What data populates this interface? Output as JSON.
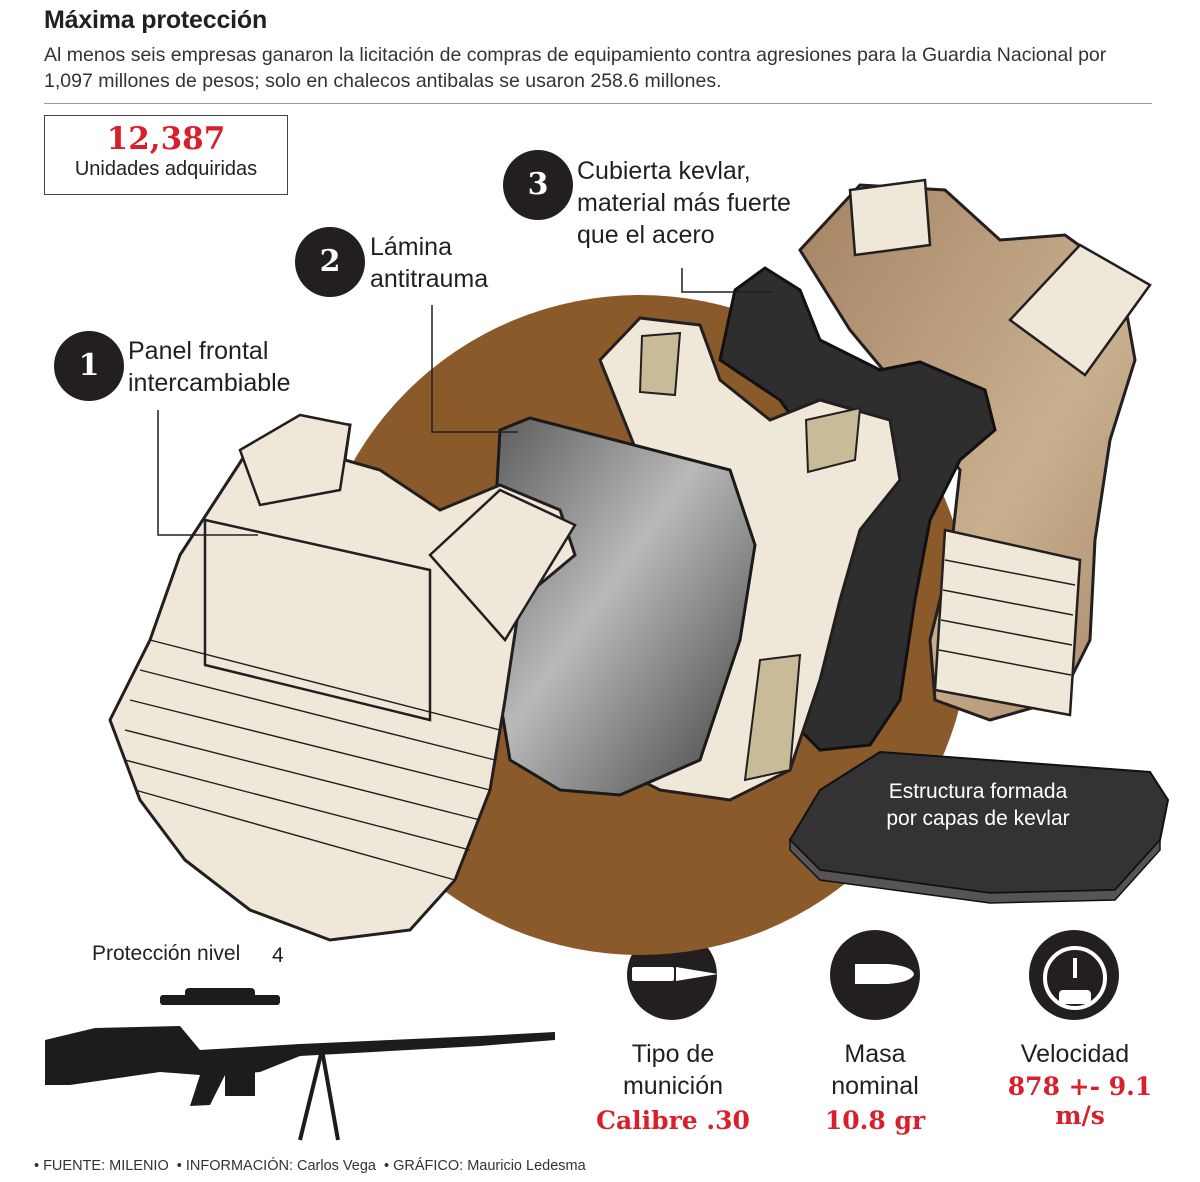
{
  "header": {
    "title": "Máxima protección",
    "subtitle": "Al menos seis empresas ganaron la licitación de compras de equipamiento contra agresiones para la Guardia Nacional por 1,097 millones de pesos; solo en chalecos antibalas se usaron 258.6 millones."
  },
  "units": {
    "number": "12,387",
    "label": "Unidades adquiridas"
  },
  "callouts": [
    {
      "number": "1",
      "text": "Panel frontal\nintercambiable"
    },
    {
      "number": "2",
      "text": "Lámina\nantitrauma"
    },
    {
      "number": "3",
      "text": "Cubierta kevlar,\nmaterial más fuerte\nque el acero"
    }
  ],
  "structure_label": "Estructura formada\npor capas de kevlar",
  "protection": {
    "label": "Protección nivel",
    "value": "4"
  },
  "stats": [
    {
      "icon": "bullet-cartridge-icon",
      "label": "Tipo de\nmunición",
      "value": "Calibre .30"
    },
    {
      "icon": "bullet-icon",
      "label": "Masa\nnominal",
      "value": "10.8 gr"
    },
    {
      "icon": "speedometer-icon",
      "label": "Velocidad",
      "value": "878 +- 9.1 m/s"
    }
  ],
  "footer": {
    "source_label": "FUENTE:",
    "source": "MILENIO",
    "info_label": "INFORMACIÓN:",
    "info": "Carlos Vega",
    "graphic_label": "GRÁFICO:",
    "graphic": "Mauricio Ledesma"
  },
  "colors": {
    "accent_red": "#d7202b",
    "brown_circle": "#8b5a2b",
    "vest_cream": "#efe8d8",
    "kevlar_dark": "#2e2e2e",
    "tan_cover": "#b89a78"
  }
}
